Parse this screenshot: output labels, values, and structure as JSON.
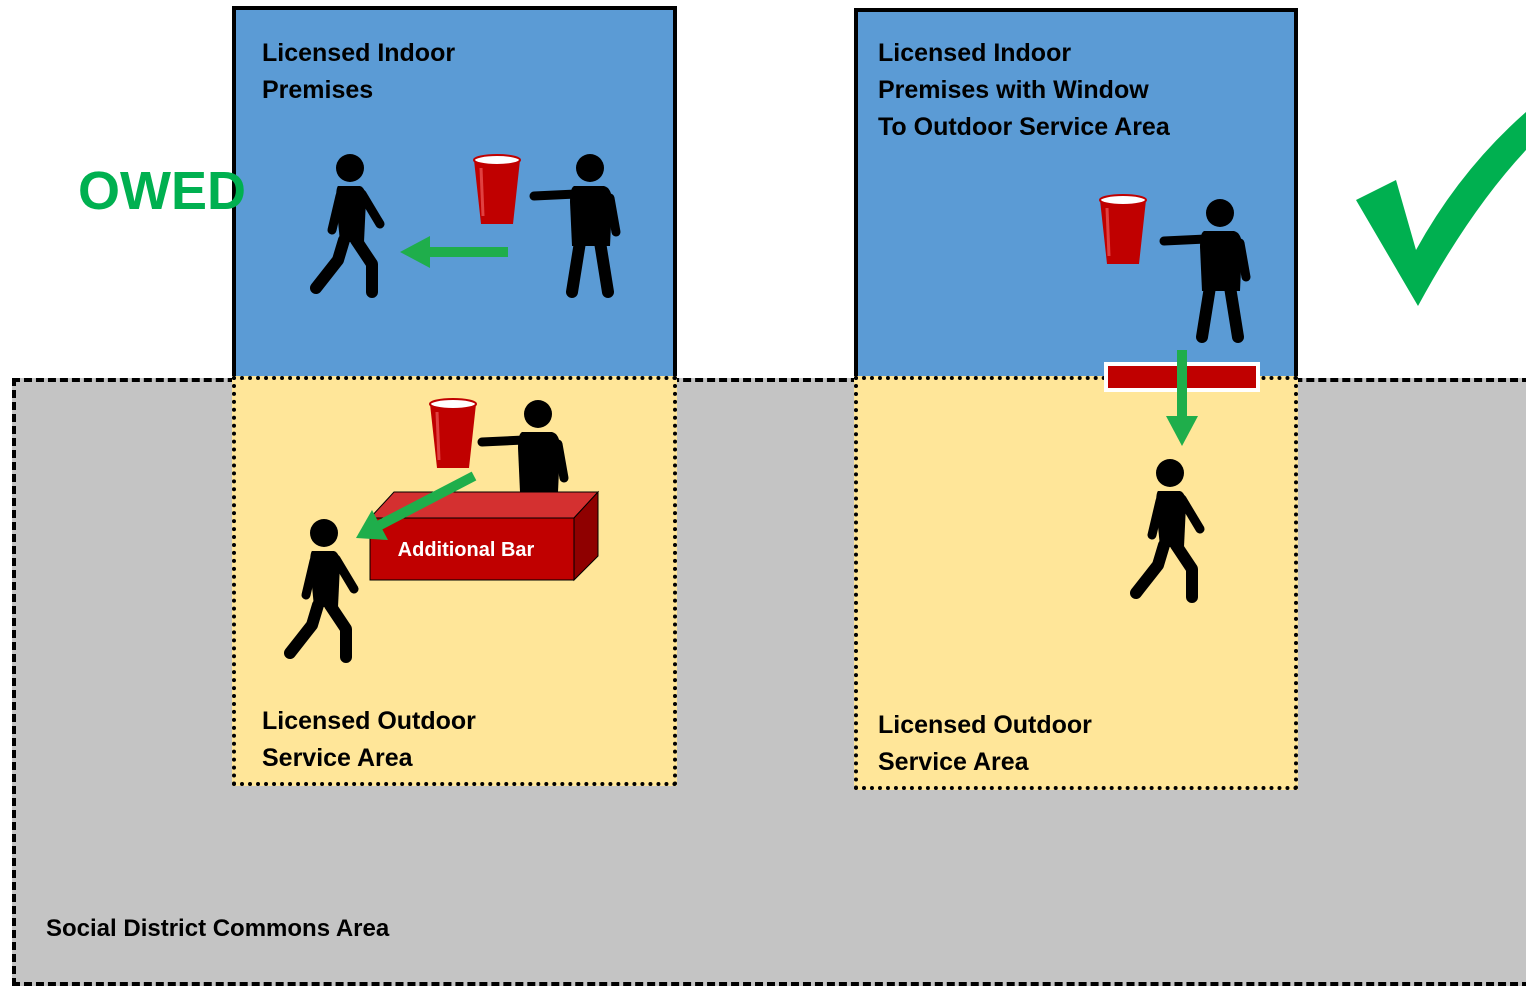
{
  "banner": {
    "text": "OWED",
    "color": "#00b050"
  },
  "commons": {
    "label": "Social District Commons Area",
    "color": "#c4c4c4"
  },
  "panel_left": {
    "indoor_label": [
      "Licensed Indoor",
      "Premises"
    ],
    "outdoor_label": [
      "Licensed Outdoor",
      "Service Area"
    ],
    "bar_label": "Additional Bar"
  },
  "panel_right": {
    "indoor_label": [
      "Licensed Indoor",
      "Premises with Window",
      "To Outdoor Service Area"
    ],
    "outdoor_label": [
      "Licensed Outdoor",
      "Service Area"
    ]
  },
  "colors": {
    "indoor": "#5b9bd5",
    "outdoor": "#ffe699",
    "arrow": "#1fae4b",
    "cup": "#c00000",
    "bar": "#c00000",
    "check": "#00b050"
  },
  "icons": [
    "person-walking-icon",
    "person-serving-icon",
    "red-cup-icon",
    "arrow-icon",
    "checkmark-icon",
    "bar-counter-icon",
    "service-window-icon"
  ]
}
